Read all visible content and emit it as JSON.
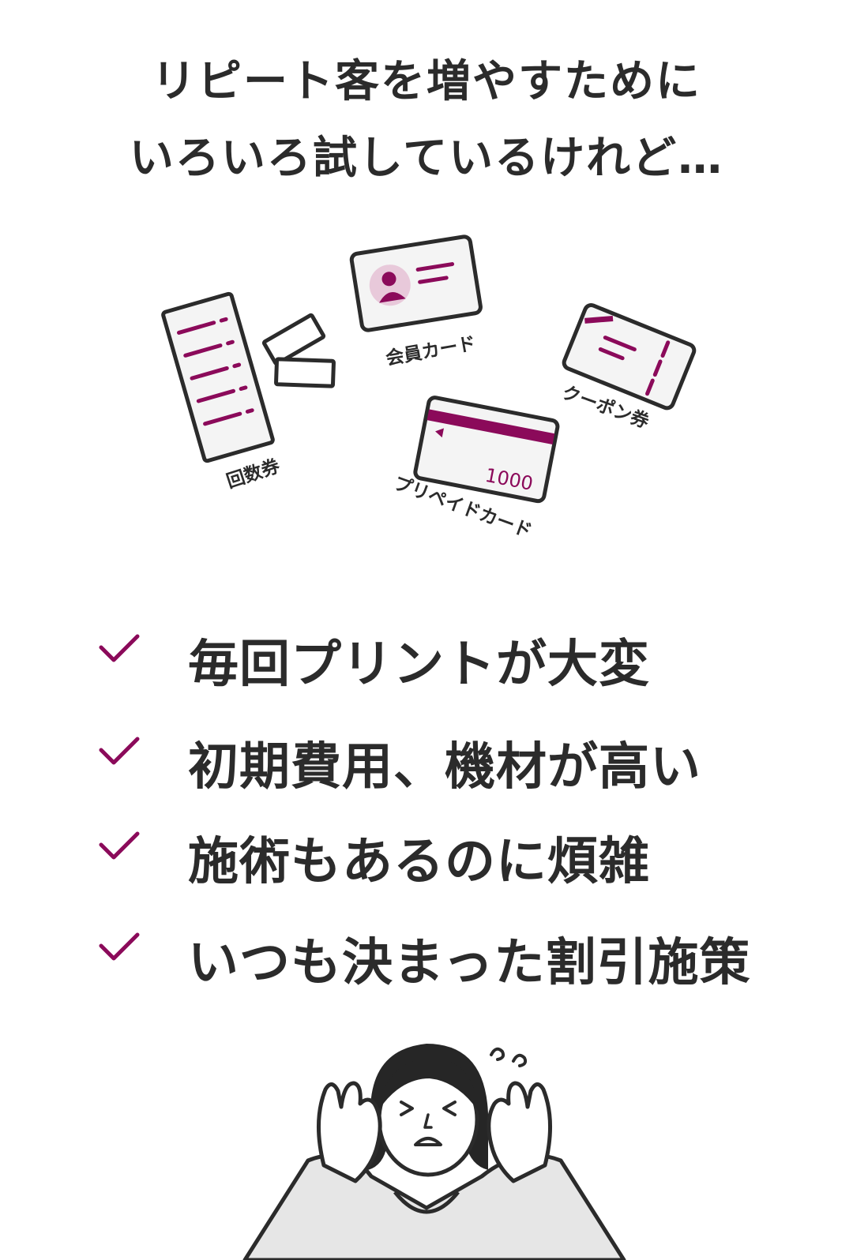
{
  "headline": {
    "line1": "リピート客を増やすために",
    "line2": "いろいろ試しているけれど…"
  },
  "illustration": {
    "labels": {
      "kaisuken": "回数券",
      "member_card": "会員カード",
      "coupon": "クーポン券",
      "prepaid_card": "プリペイドカード"
    },
    "prepaid_amount": "1000"
  },
  "checklist": [
    {
      "text": "毎回プリントが大変"
    },
    {
      "text": "初期費用、機材が高い"
    },
    {
      "text": "施術もあるのに煩雑"
    },
    {
      "text": "いつも決まった割引施策"
    }
  ],
  "colors": {
    "accent": "#8b0a5a",
    "accent_light": "#e8c9da",
    "text": "#2b2b2b",
    "card_fill": "#f4f4f4",
    "clothes": "#e6e6e6",
    "hair": "#262626"
  }
}
